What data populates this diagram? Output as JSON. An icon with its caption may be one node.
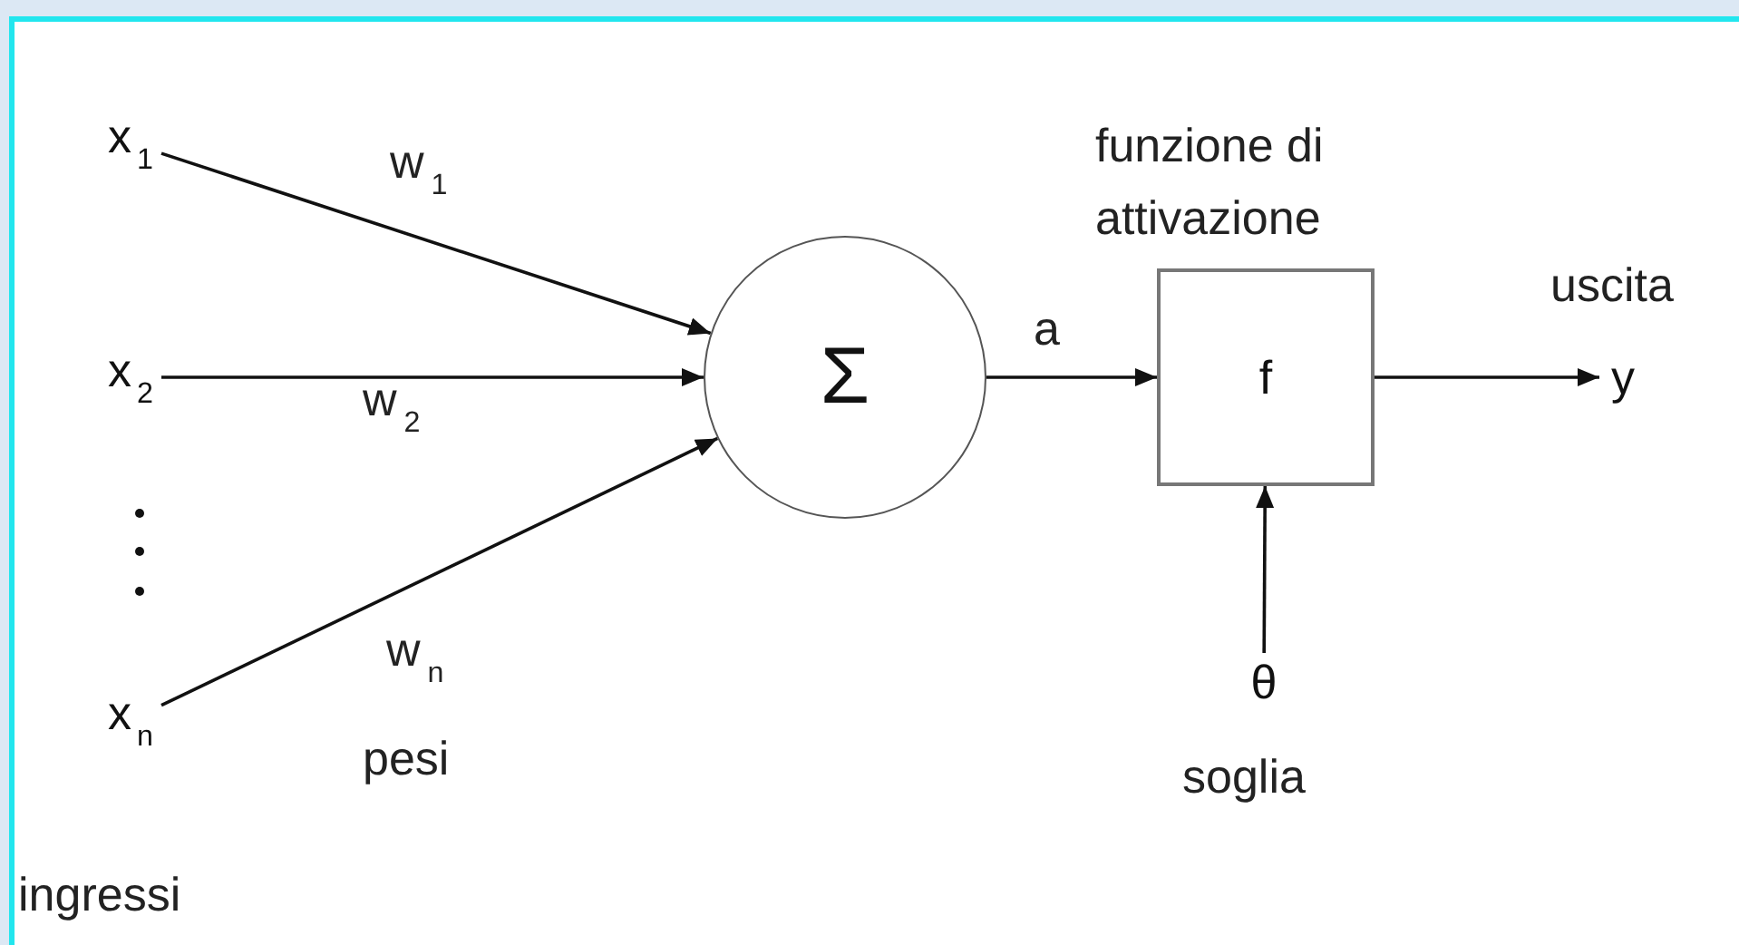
{
  "diagram": {
    "nodes": [
      {
        "text": [
          "x$_{1}$"
        ]
      },
      {
        "text": [
          "x$_{2}$"
        ]
      },
      {
        "text": [
          "x$_{n}$"
        ]
      },
      {
        "text": [
          "Σ"
        ]
      },
      {
        "text": [
          "funzione di attivazione",
          "f"
        ]
      },
      {
        "text": [
          "y"
        ],
        "beside": [
          "uscita"
        ]
      },
      {
        "text": [
          "θ"
        ],
        "beside": [
          "soglia"
        ]
      }
    ],
    "edges": [
      {
        "from": 0,
        "to": 3,
        "arrow": "to",
        "label": "w$_{1}$"
      },
      {
        "from": 1,
        "to": 3,
        "arrow": "to",
        "label": "w$_{2}$"
      },
      {
        "from": 2,
        "to": 3,
        "arrow": "to",
        "label": "w$_{n}$"
      },
      {
        "from": 3,
        "to": 4,
        "arrow": "to",
        "label": "a"
      },
      {
        "from": 4,
        "to": 5,
        "arrow": "to"
      },
      {
        "from": 6,
        "to": 4,
        "arrow": "to"
      }
    ],
    "labels": [
      "pesi",
      "ingressi"
    ]
  }
}
